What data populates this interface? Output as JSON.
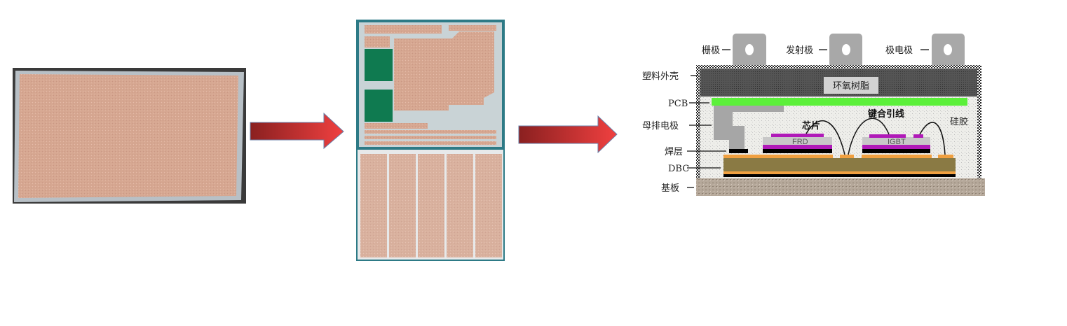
{
  "diagram": {
    "labels": {
      "gate": "栅极",
      "emitter": "发射极",
      "collector": "极电极",
      "plastic_shell": "塑料外壳",
      "pcb": "PCB",
      "busbar": "母排电极",
      "solder": "焊层",
      "dbc": "DBC",
      "baseplate": "基板",
      "epoxy": "环氧树脂",
      "chip": "芯片",
      "bond_wire": "键合引线",
      "silicone": "硅胶",
      "frd": "FRD",
      "igbt": "IGBT"
    },
    "colors": {
      "copper": "#d9a48e",
      "arrow": "#e8403a",
      "pcb": "#5cf03a",
      "chip_metal": "#b01ab8",
      "dbc": "#8a7a44",
      "dbc_copper": "#f0a040"
    }
  }
}
